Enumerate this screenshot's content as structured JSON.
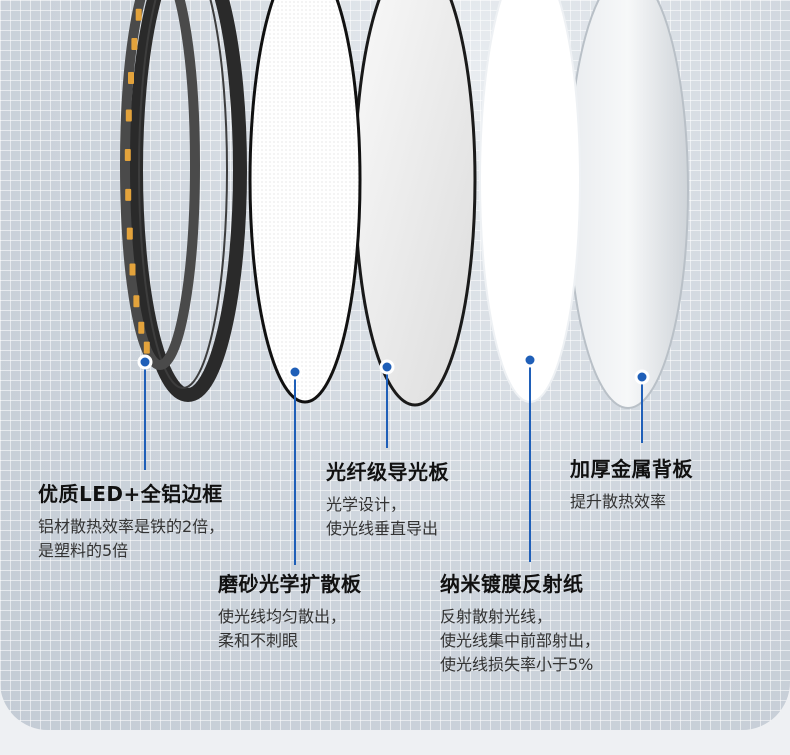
{
  "layers": [
    {
      "title": "优质LED+全铝边框",
      "lines": [
        "铝材散热效率是铁的2倍，",
        "是塑料的5倍"
      ]
    },
    {
      "title": "磨砂光学扩散板",
      "lines": [
        "使光线均匀散出，",
        "柔和不刺眼"
      ]
    },
    {
      "title": "光纤级导光板",
      "lines": [
        "光学设计，",
        "使光线垂直导出"
      ]
    },
    {
      "title": "纳米镀膜反射纸",
      "lines": [
        "反射散射光线，",
        "使光线集中前部射出，",
        "使光线损失率小于5%"
      ]
    },
    {
      "title": "加厚金属背板",
      "lines": [
        "提升散热效率"
      ]
    }
  ],
  "colors": {
    "marker": "#1f5fb8",
    "title": "#111111",
    "desc": "#333333"
  }
}
